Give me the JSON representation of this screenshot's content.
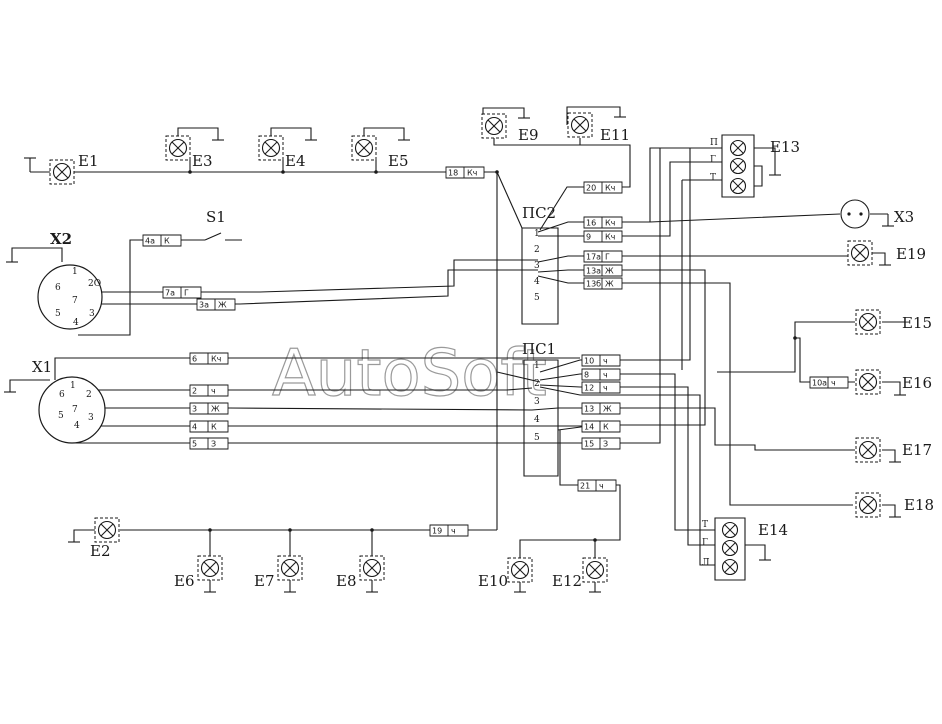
{
  "watermark": "AutoSoft",
  "components": {
    "E1": "E1",
    "E2": "E2",
    "E3": "E3",
    "E4": "E4",
    "E5": "E5",
    "E6": "E6",
    "E7": "E7",
    "E8": "E8",
    "E9": "E9",
    "E10": "E10",
    "E11": "E11",
    "E12": "E12",
    "E13": "E13",
    "E14": "E14",
    "E15": "E15",
    "E16": "E16",
    "E17": "E17",
    "E18": "E18",
    "E19": "E19",
    "X1": "X1",
    "X2": "X2",
    "X3": "X3",
    "S1": "S1",
    "PS1": "ПС1",
    "PS2": "ПС2"
  },
  "e13_pins": [
    "П",
    "Г",
    "Т"
  ],
  "e14_pins": [
    "Т",
    "Г",
    "Л"
  ],
  "wire_tags": {
    "w18": [
      "18",
      "Кч"
    ],
    "w20": [
      "20",
      "Кч"
    ],
    "w16": [
      "16",
      "Кч"
    ],
    "w9": [
      "9",
      "Кч"
    ],
    "w17a": [
      "17а",
      "Г"
    ],
    "w13a": [
      "13а",
      "Ж"
    ],
    "w13b": [
      "13б",
      "Ж"
    ],
    "w4a": [
      "4а",
      "К"
    ],
    "w7a": [
      "7а",
      "Г"
    ],
    "w3a": [
      "3а",
      "Ж"
    ],
    "w6": [
      "6",
      "Кч"
    ],
    "w2": [
      "2",
      "ч"
    ],
    "w3": [
      "3",
      "Ж"
    ],
    "w4": [
      "4",
      "К"
    ],
    "w5": [
      "5",
      "З"
    ],
    "w10": [
      "10",
      "ч"
    ],
    "w8": [
      "8",
      "ч"
    ],
    "w12": [
      "12",
      "ч"
    ],
    "w13": [
      "13",
      "Ж"
    ],
    "w14": [
      "14",
      "К"
    ],
    "w15": [
      "15",
      "З"
    ],
    "w21": [
      "21",
      "ч"
    ],
    "w19": [
      "19",
      "ч"
    ],
    "w10a": [
      "10а",
      "ч"
    ]
  },
  "x2_pins": [
    "6",
    "1",
    "2О",
    "7",
    "5",
    "3",
    "4"
  ],
  "x1_pins": [
    "6",
    "1",
    "2",
    "7",
    "5",
    "3",
    "4"
  ],
  "ps_pins": [
    "1",
    "2",
    "3",
    "4",
    "5"
  ]
}
